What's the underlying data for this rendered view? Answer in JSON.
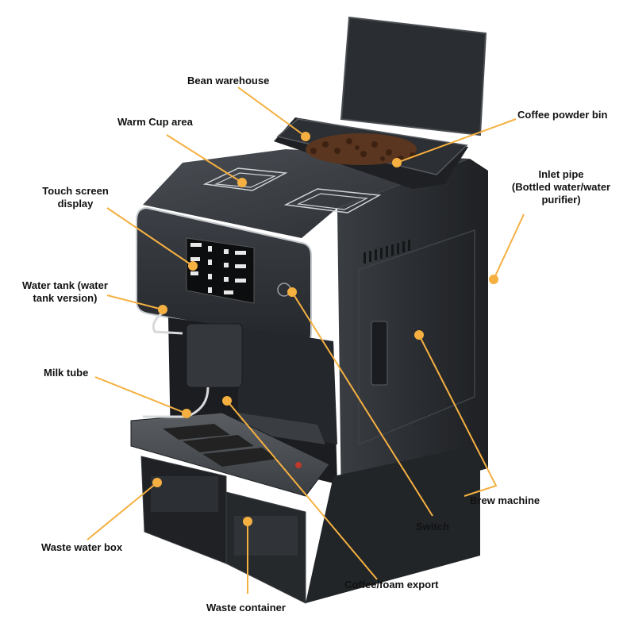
{
  "labels": {
    "bean_warehouse": "Bean warehouse",
    "coffee_powder_bin": "Coffee powder bin",
    "warm_cup_area": "Warm Cup area",
    "inlet_pipe": [
      "Inlet pipe",
      "(Bottled water/water",
      "purifier)"
    ],
    "touch_screen": [
      "Touch screen",
      "display"
    ],
    "water_tank": [
      "Water tank (water",
      "tank version)"
    ],
    "milk_tube": "Milk tube",
    "brew_machine": "Brew machine",
    "switch": "Switch",
    "waste_water_box": "Waste water box",
    "coffee_foam_export": "Coffee/foam export",
    "waste_container": "Waste container"
  },
  "colors": {
    "leader_line": "#f5b041",
    "machine_body": "#2c2f33",
    "machine_dark": "#1b1d20",
    "chrome": "#b9bcc0",
    "beans": "#5a3620"
  }
}
